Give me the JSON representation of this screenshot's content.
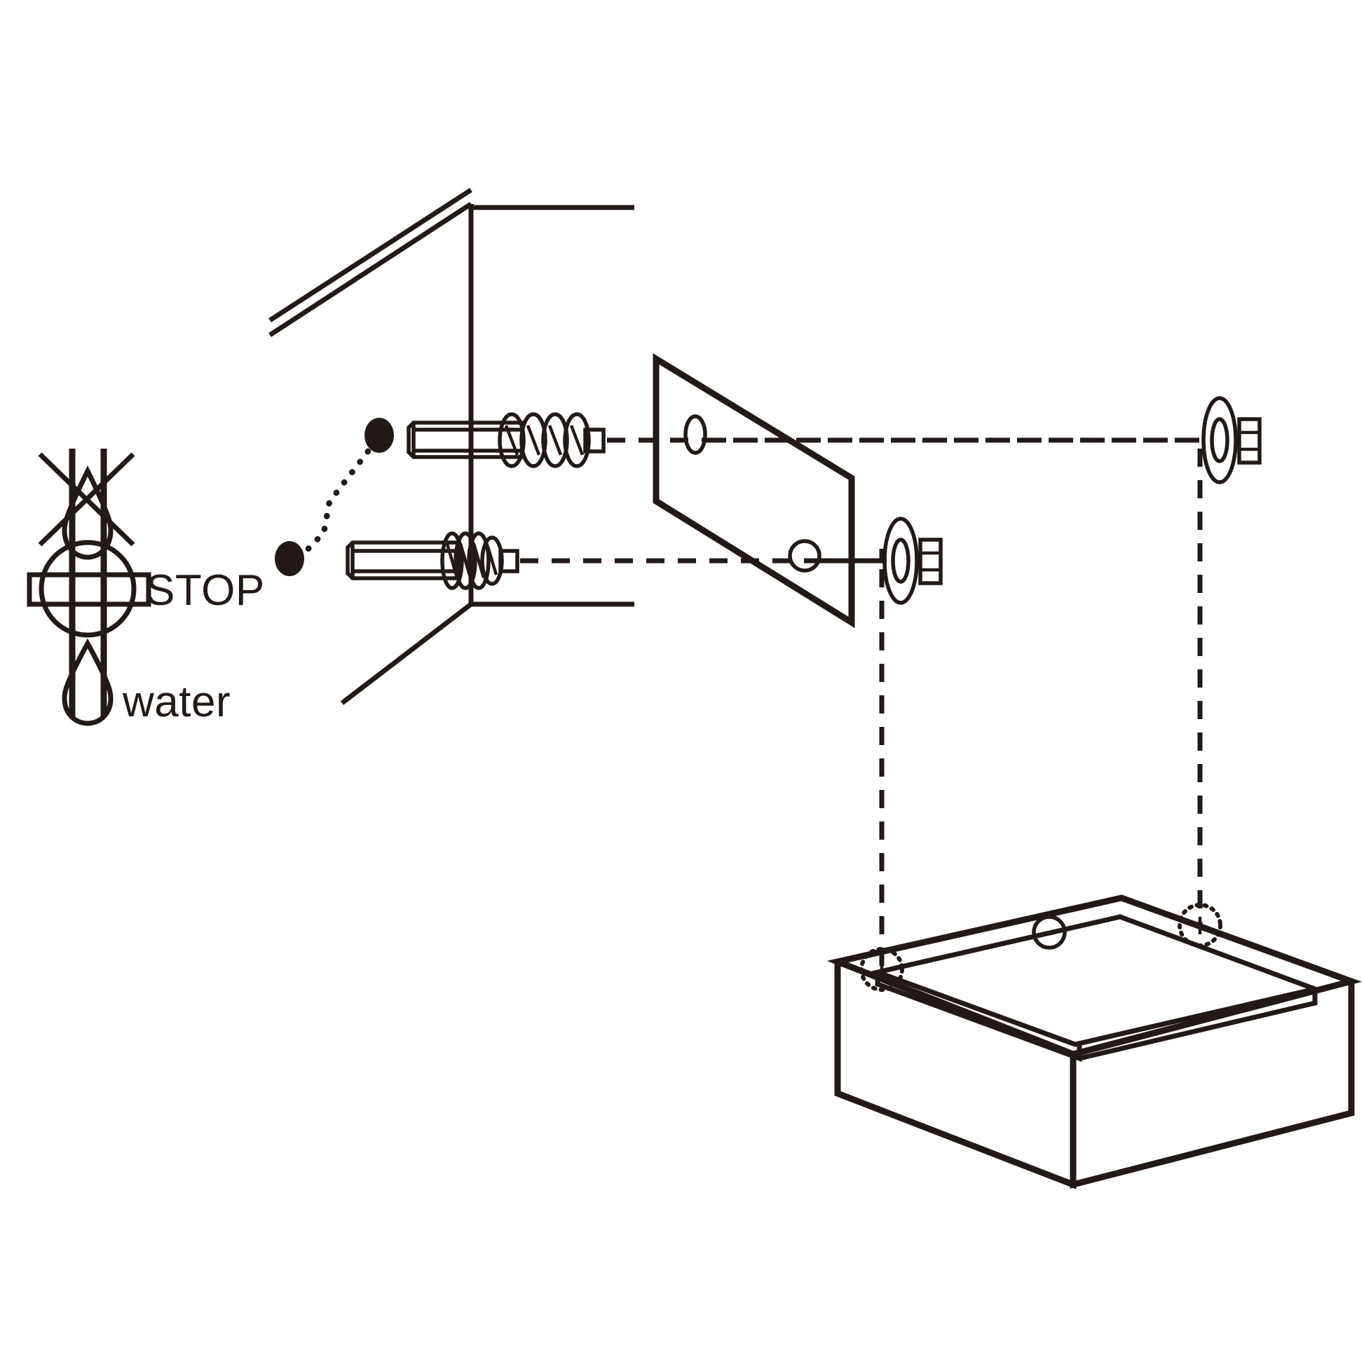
{
  "document": {
    "title": "Wall-mounted basin installation diagram",
    "type": "exploded assembly instruction",
    "background_color": "#ffffff",
    "line_color": "#231a17"
  },
  "warning_symbol": {
    "name": "shut-off-water-supply",
    "stop_label": "STOP",
    "water_label": "water",
    "elements": {
      "pipe": "vertical double-line pipe",
      "valve": "circular valve body with horizontal handle bar",
      "crossed_drop": "water droplet crossed out with an X above the valve",
      "flowing_drop": "water droplet below the valve"
    }
  },
  "wall_assembly": {
    "name": "wall-corner",
    "ceiling_line": "horizontal ceiling edge",
    "floor_line": "horizontal floor edge",
    "wall_edge": "vertical corner edge",
    "diagonal_top": "double-line ceiling diagonal",
    "diagonal_bottom": "floor diagonal"
  },
  "anchors": [
    {
      "name": "upper-threaded-rod",
      "thread_coil_count": 4,
      "marker_label": "",
      "position": "upper"
    },
    {
      "name": "lower-threaded-rod",
      "thread_coil_count": 4,
      "marker_label": "",
      "position": "lower"
    }
  ],
  "marker_dots": {
    "name": "drill-point-markers",
    "count": 2,
    "connector": "dotted leader line"
  },
  "wall_panel": {
    "name": "mounting-plate",
    "shape": "parallelogram",
    "holes": [
      {
        "name": "upper-slot-hole",
        "shape": "ellipse"
      },
      {
        "name": "lower-round-hole",
        "shape": "circle"
      }
    ]
  },
  "fasteners": [
    {
      "name": "upper-washer-and-nut",
      "washer": "oval washer with central bore",
      "nut": "rectangular nut block"
    },
    {
      "name": "lower-washer-and-nut",
      "washer": "oval washer with central bore",
      "nut": "rectangular nut block"
    }
  ],
  "alignment_lines": {
    "name": "centre-lines",
    "style": "dashed",
    "horizontal_count": 2,
    "vertical_count": 2
  },
  "basin": {
    "name": "rectangular-washbasin",
    "drain_hole": "tap/drain hole on rear rim",
    "mounting_points": [
      {
        "name": "left-mounting-point",
        "style": "dotted circle"
      },
      {
        "name": "right-mounting-point",
        "style": "dotted circle"
      }
    ]
  }
}
